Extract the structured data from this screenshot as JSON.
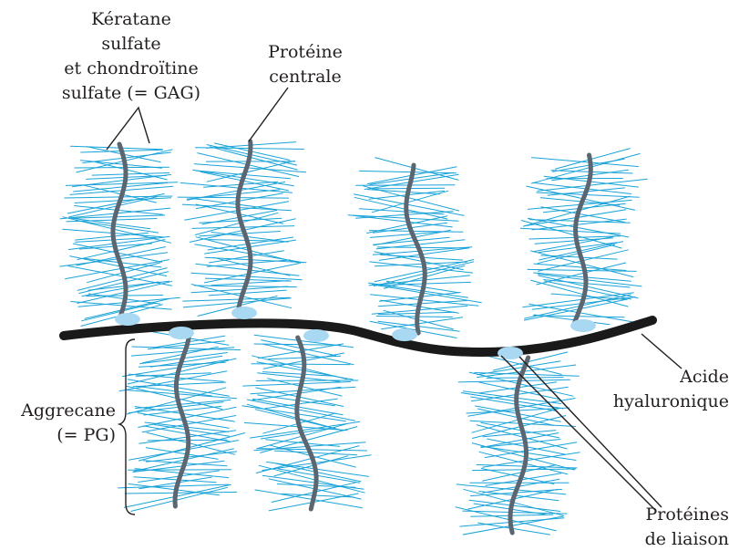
{
  "labels": {
    "gag": [
      "Kératane",
      "sulfate",
      "et chondroïtine",
      "sulfate (= GAG)"
    ],
    "core_protein": [
      "Protéine",
      "centrale"
    ],
    "hyaluronic_acid": [
      "Acide",
      "hyaluronique"
    ],
    "aggrecan": [
      "Aggrecane",
      "(= PG)"
    ],
    "link_proteins": [
      "Protéines",
      "de liaison"
    ]
  },
  "colors": {
    "gag_chain": "#1aa3d8",
    "core_protein": "#5c6670",
    "hyaluronic_acid": "#1a1a1a",
    "link_protein": "#a9d9f2",
    "text": "#231f20"
  }
}
